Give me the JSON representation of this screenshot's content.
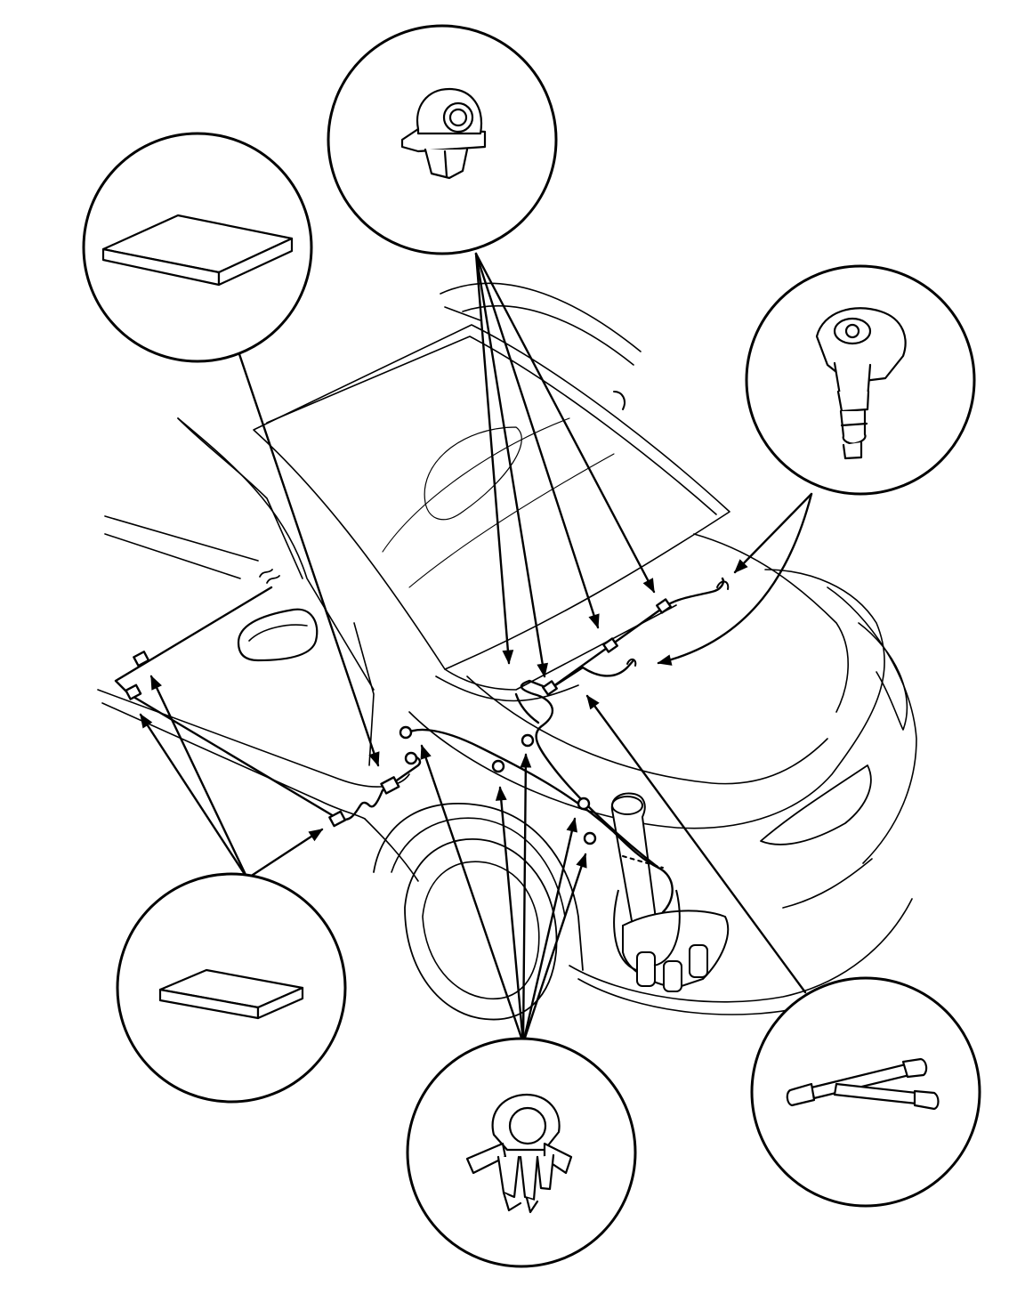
{
  "diagram": {
    "background": "#ffffff",
    "ink": "#000000",
    "part_fill": "#ffffff",
    "shade": "#bdbdbd",
    "callouts": [
      {
        "id": "foam-pad-upper",
        "icon": "foam-pad-icon"
      },
      {
        "id": "hose-clip-upper",
        "icon": "hose-clip-icon"
      },
      {
        "id": "washer-nozzle",
        "icon": "washer-nozzle-icon"
      },
      {
        "id": "foam-pad-lower",
        "icon": "foam-pad-icon"
      },
      {
        "id": "hose-clamp-lower",
        "icon": "hose-clamp-icon"
      },
      {
        "id": "hose-joint",
        "icon": "hose-joint-icon"
      }
    ]
  }
}
